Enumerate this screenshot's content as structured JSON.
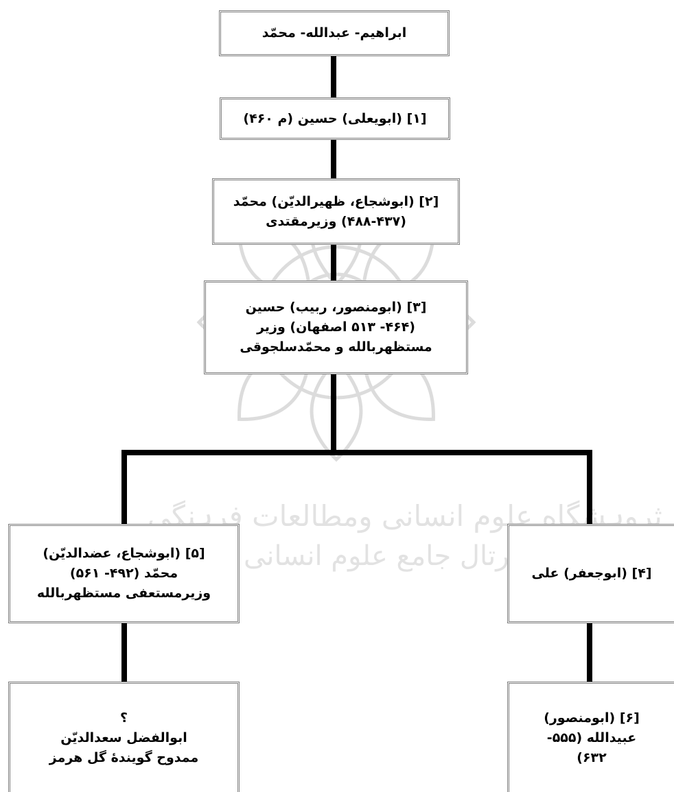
{
  "watermark": {
    "line1": "ثروہشگاه علوم انسانی ومطالعات فرہنگی",
    "line2": "پرتال جامع علوم انسانی"
  },
  "nodes": {
    "root": {
      "lines": [
        "ابراهیم- عبدالله- محمّد"
      ]
    },
    "n1": {
      "lines": [
        "[۱] (ابویعلی) حسین (م ۴۶۰)"
      ]
    },
    "n2": {
      "lines": [
        "[۲] (ابوشجاع، ظهیرالدیّن) محمّد",
        "(۴۸۸-۴۳۷) وزیرمقتدی"
      ]
    },
    "n3": {
      "lines": [
        "[۳] (ابومنصور، ربیب) حسین",
        "(۴۶۴- ۵۱۳ اصفهان) وزیر",
        "مستظهربالله و محمّدسلجوقی"
      ]
    },
    "n5": {
      "lines": [
        "[۵] (ابوشجاع، عضدالدیّن)",
        "محمّد (۴۹۲- ۵۶۱)",
        "وزیرمستعفی مستظهربالله"
      ]
    },
    "n4": {
      "lines": [
        "[۴] (ابوجعفر) علی"
      ]
    },
    "n7": {
      "lines": [
        "؟",
        "ابوالفضل سعدالدیّن",
        "ممدوح گویندۀ گل هرمز"
      ]
    },
    "n6": {
      "lines": [
        "[۶] (ابومنصور)",
        "عبیدالله (۵۵۵-",
        "۶۳۲)"
      ]
    }
  }
}
